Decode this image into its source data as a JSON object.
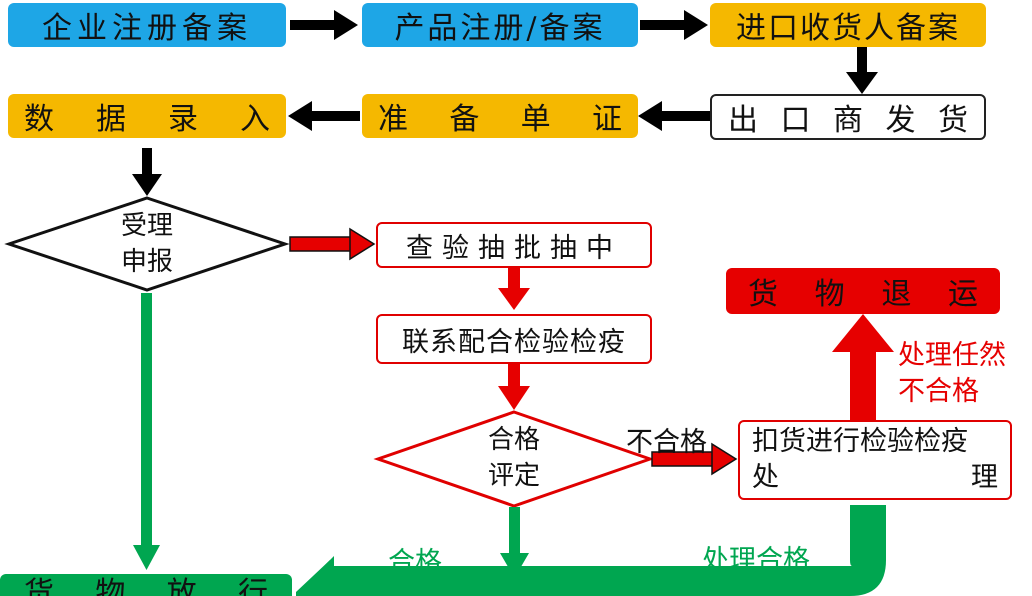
{
  "nodes": {
    "enterprise_reg": "企业注册备案",
    "product_reg": "产品注册/备案",
    "importer_reg": "进口收货人备案",
    "exporter_ship": [
      "出",
      "口",
      "商",
      "发",
      "货"
    ],
    "prepare_docs": [
      "准",
      "备",
      "单",
      "证"
    ],
    "data_entry": [
      "数",
      "据",
      "录",
      "入"
    ],
    "accept_declare": [
      "受理",
      "申报"
    ],
    "inspection_sampling": "查验抽批抽中",
    "contact_inspect": "联系配合检验检疫",
    "qualify_eval": [
      "合格",
      "评定"
    ],
    "detain_process": [
      "扣货进行检验检疫",
      "处",
      "理"
    ],
    "cargo_return": [
      "货",
      "物",
      "退",
      "运"
    ],
    "cargo_release": [
      "货",
      "物",
      "放",
      "行"
    ]
  },
  "labels": {
    "fail": "不合格",
    "still_fail": [
      "处理任然",
      "不合格"
    ],
    "pass": "合格",
    "processed_pass": "处理合格"
  },
  "colors": {
    "blue": "#1ea6e6",
    "yellow": "#f5b800",
    "red": "#e60000",
    "green": "#00a650",
    "black": "#000000"
  }
}
